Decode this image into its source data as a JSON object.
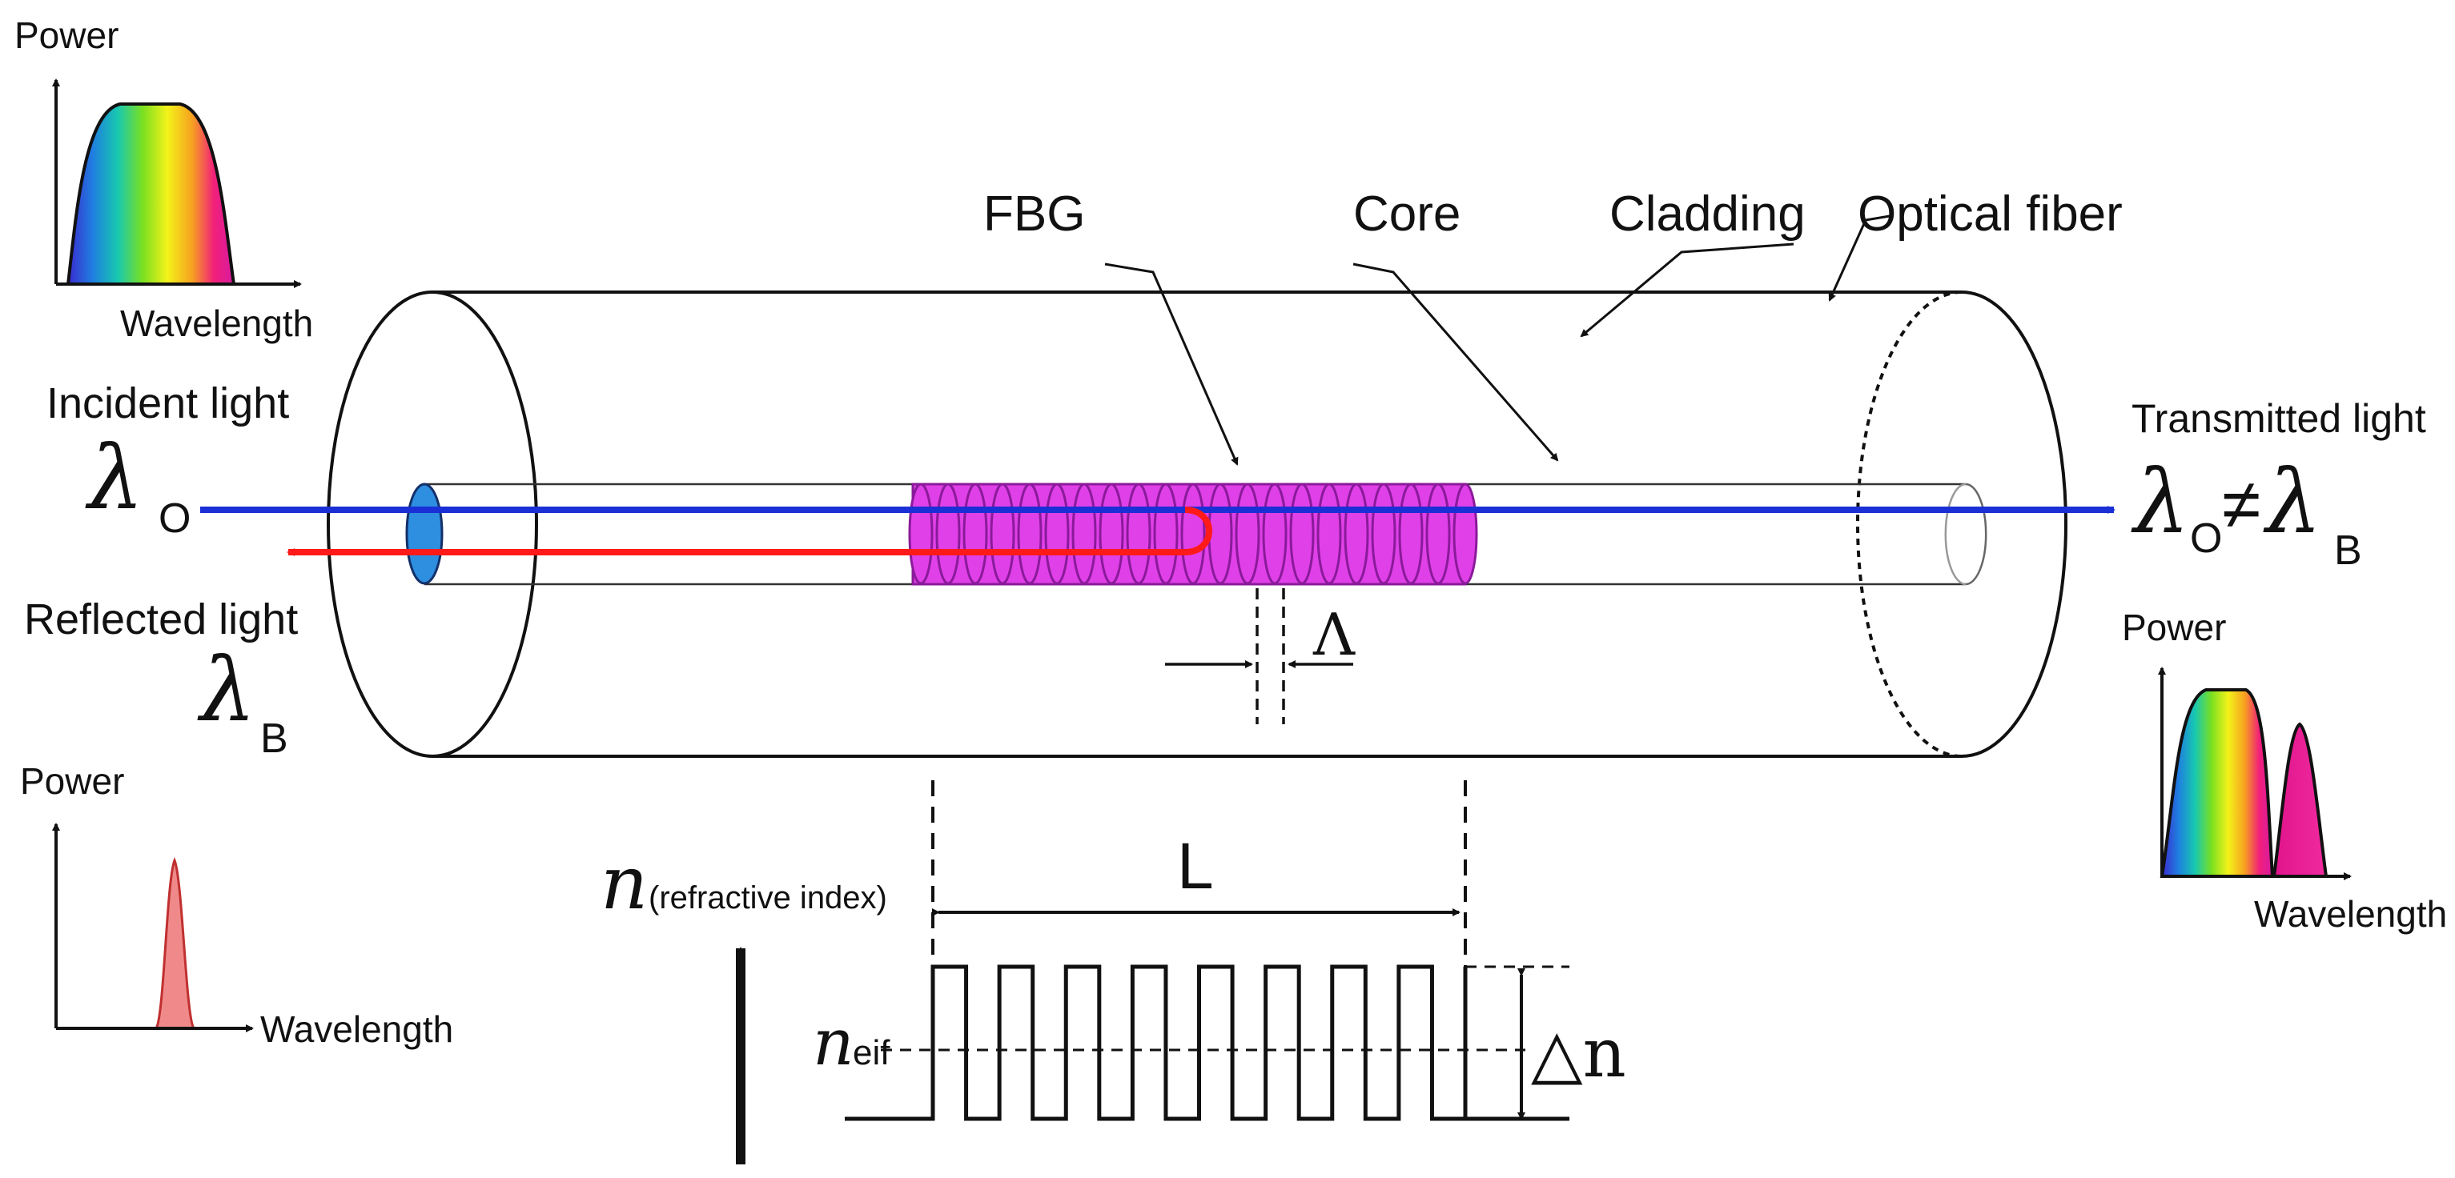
{
  "labels": {
    "fbg": "FBG",
    "core": "Core",
    "cladding": "Cladding",
    "optical_fiber": "Optical fiber",
    "incident_light": "Incident light",
    "reflected_light": "Reflected light",
    "transmitted_light": "Transmitted light",
    "lambda_symbol": "λ",
    "lambda_o_sub": "O",
    "lambda_b_sub": "B",
    "not_equal": "≠",
    "period": "Λ",
    "length": "L",
    "n_symbol": "n",
    "refractive_index": "(refractive index)",
    "n_eff_sub": "eif",
    "delta_n": "△n"
  },
  "spectra": {
    "incident": {
      "power_label": "Power",
      "wavelength_label": "Wavelength"
    },
    "reflected": {
      "power_label": "Power",
      "wavelength_label": "Wavelength"
    },
    "transmitted": {
      "power_label": "Power",
      "wavelength_label": "Wavelength"
    }
  },
  "colors": {
    "incident_beam": "#1a2fd6",
    "reflected_beam": "#ff1a1a",
    "grating": "#e040e8",
    "grating_edge": "#8a1a9a",
    "core_entry": "#2e8ee0",
    "reflected_peak": "#f08a8a"
  }
}
